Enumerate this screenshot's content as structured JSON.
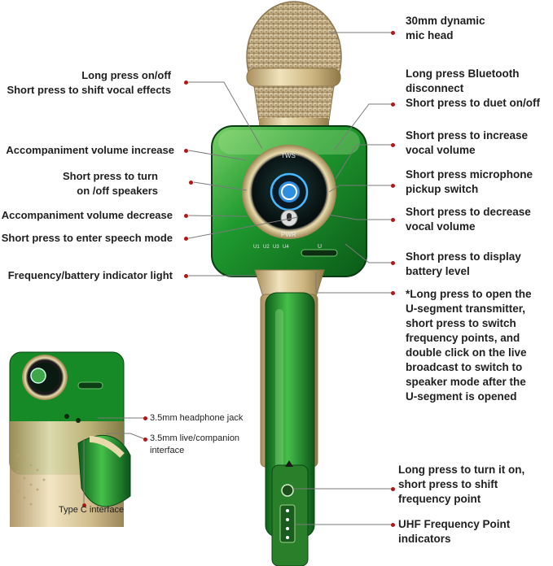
{
  "left_callouts": [
    {
      "lines": [
        "Long press on/off",
        "Short press to shift vocal effects"
      ]
    },
    {
      "lines": [
        "Accompaniment volume increase"
      ]
    },
    {
      "lines": [
        "Short press to turn",
        "on /off speakers"
      ]
    },
    {
      "lines": [
        "Accompaniment volume decrease"
      ]
    },
    {
      "lines": [
        "Short press to enter speech mode"
      ]
    },
    {
      "lines": [
        "Frequency/battery indicator light"
      ]
    }
  ],
  "right_callouts": [
    {
      "lines": [
        "30mm dynamic",
        "mic head"
      ]
    },
    {
      "lines": [
        "Long press Bluetooth",
        "disconnect",
        "Short press to duet on/off"
      ]
    },
    {
      "lines": [
        "Short press to increase",
        "vocal volume"
      ]
    },
    {
      "lines": [
        "Short press microphone",
        "pickup switch"
      ]
    },
    {
      "lines": [
        "Short press to decrease",
        "vocal volume"
      ]
    },
    {
      "lines": [
        "Short press to display",
        "battery level"
      ]
    },
    {
      "lines": [
        "*Long press to open the",
        "U-segment transmitter,",
        "short press to switch",
        "frequency points, and",
        "double click on the live",
        "broadcast to switch to",
        "speaker mode after the",
        "U-segment is opened"
      ]
    },
    {
      "lines": [
        "Long press to turn it on,",
        "short press to shift",
        "frequency point"
      ]
    },
    {
      "lines": [
        "UHF Frequency Point",
        "indicators"
      ]
    }
  ],
  "inset_callouts": [
    {
      "text": "3.5mm headphone jack"
    },
    {
      "text": "3.5mm live/companion",
      "text2": "interface"
    },
    {
      "text": "Type C interface"
    }
  ],
  "device_labels": {
    "tws": "TWS",
    "pwr": "PWR",
    "u_segments": [
      "U1",
      "U2",
      "U3",
      "U4"
    ],
    "u": "U"
  },
  "colors": {
    "accent_dot": "#b01818",
    "body_green": "#1f8a2c",
    "gold": "#d8c08a"
  }
}
